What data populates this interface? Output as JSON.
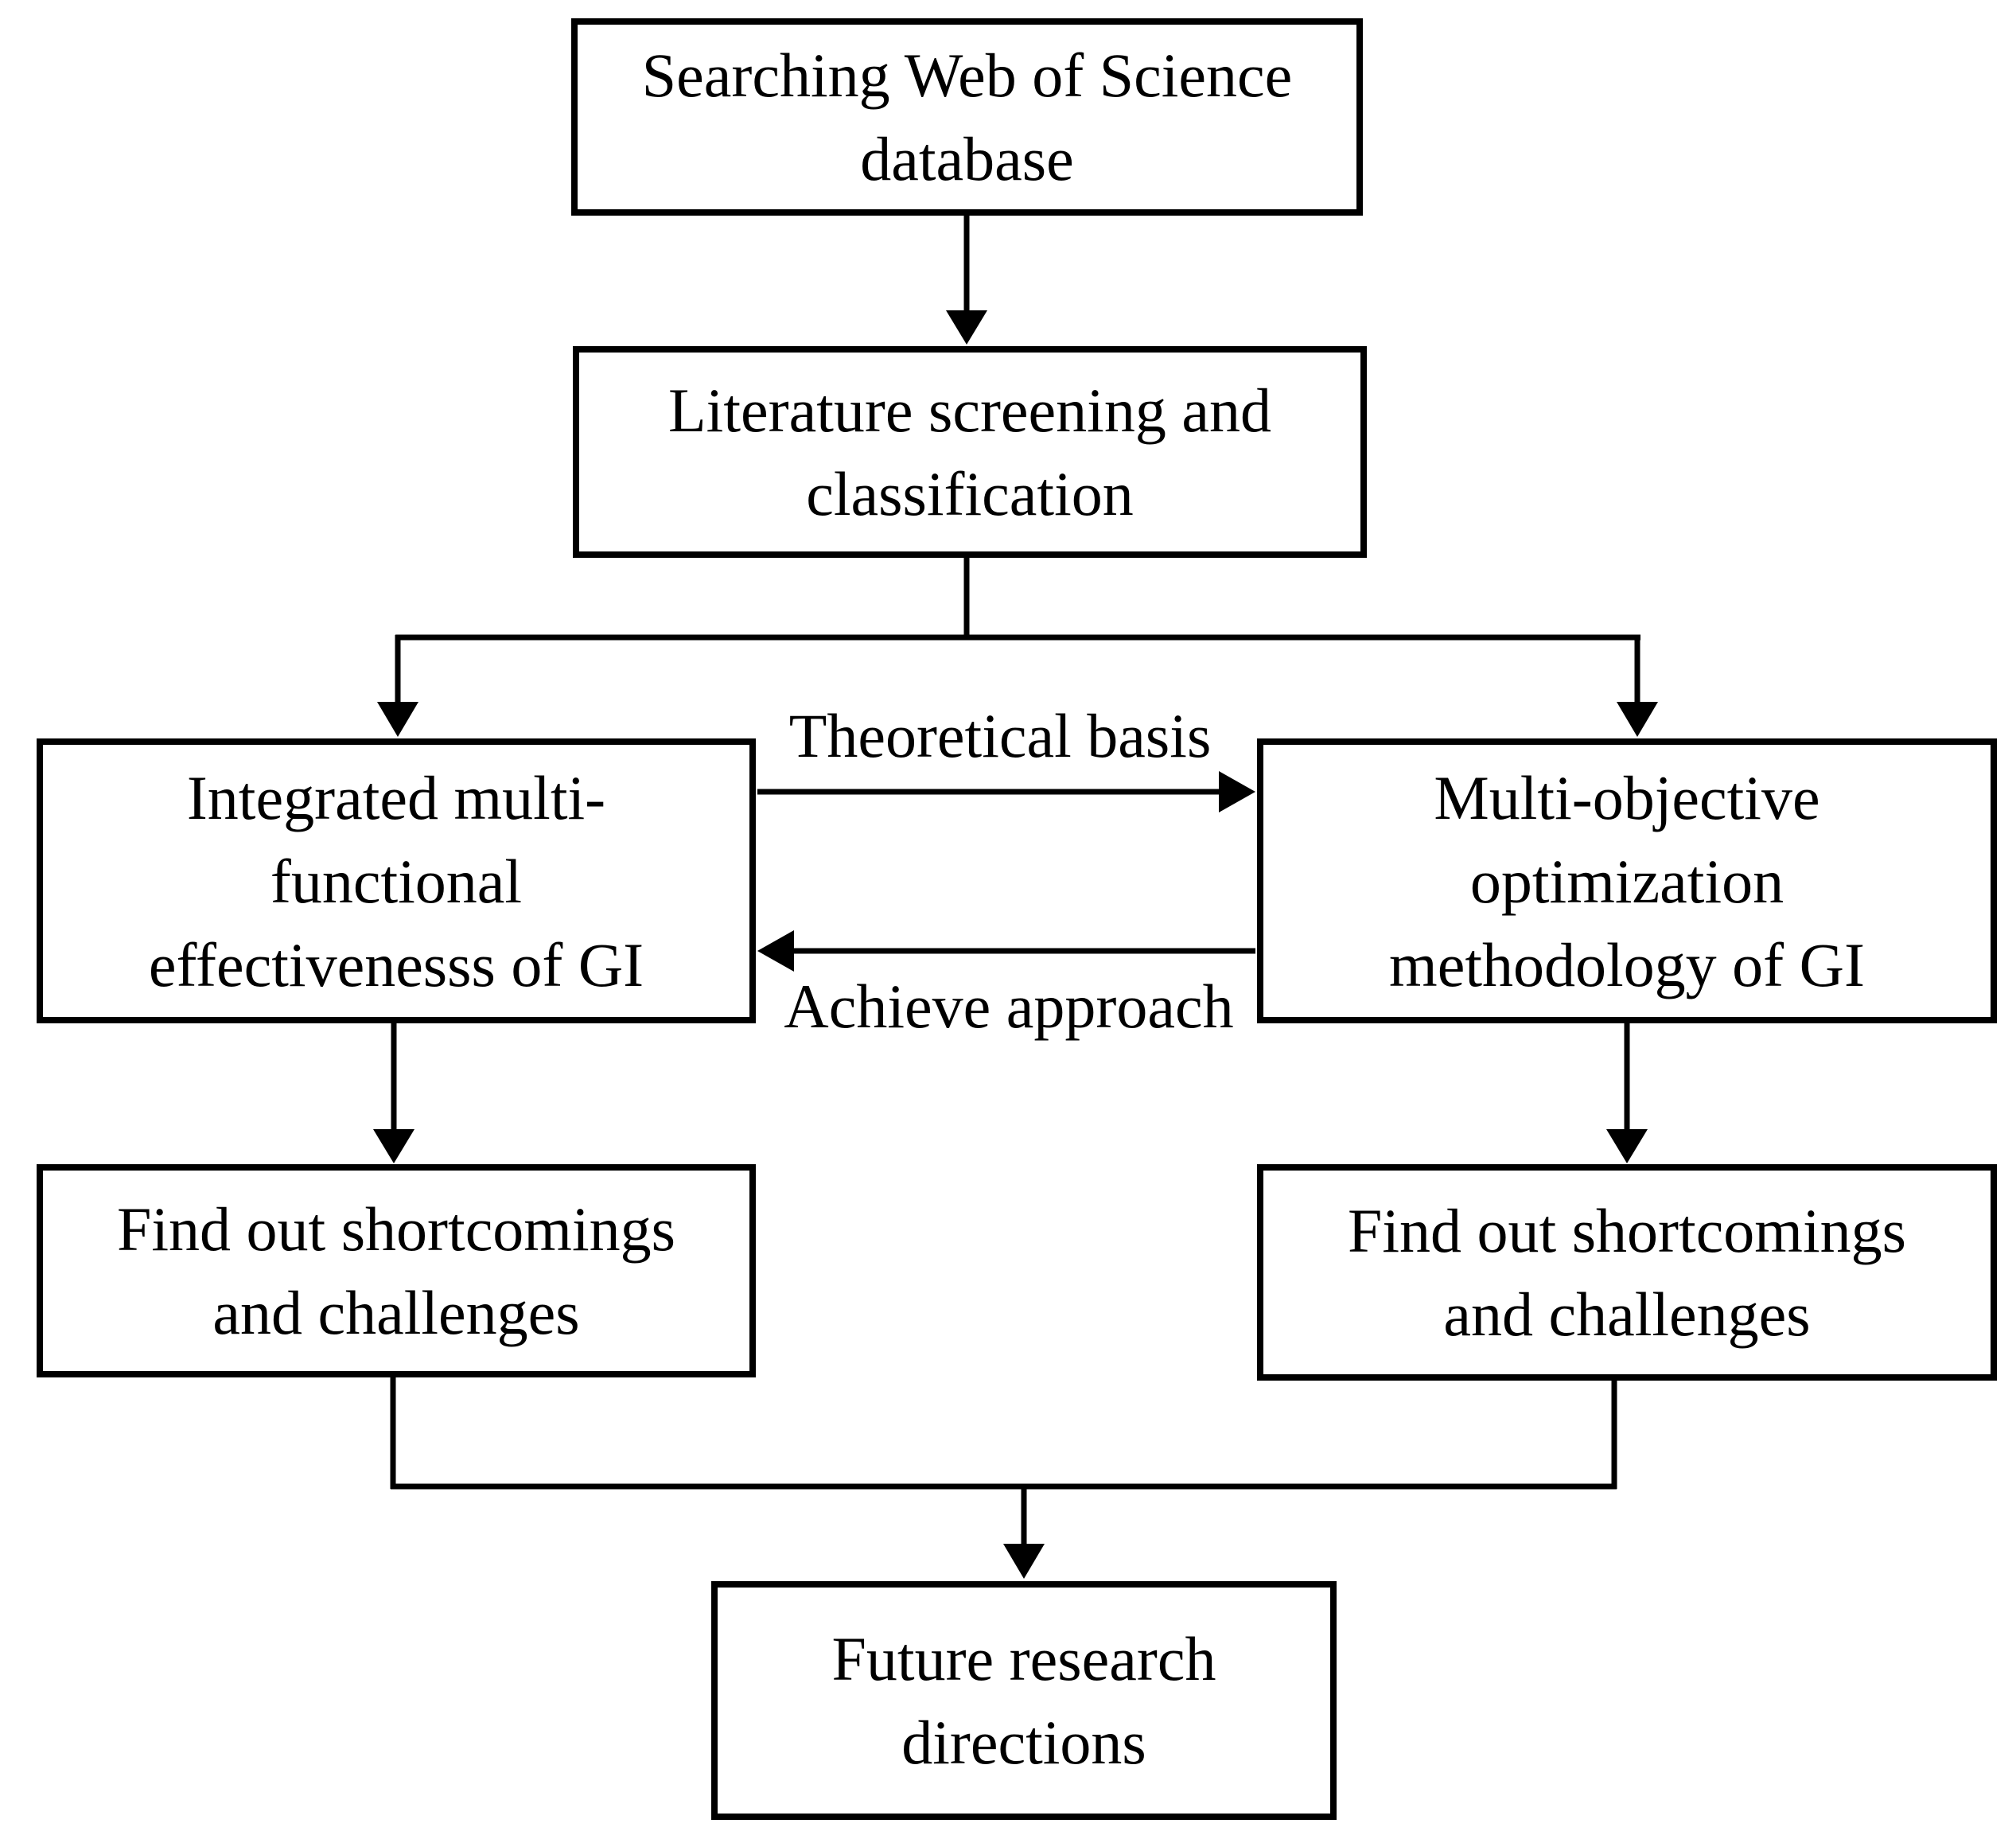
{
  "flowchart": {
    "background_color": "#ffffff",
    "stroke_color": "#000000",
    "nodes": {
      "search_db": {
        "label": "Searching Web of Science\ndatabase"
      },
      "literature_screening": {
        "label": "Literature screening and\nclassification"
      },
      "multifunctional_effectiveness": {
        "label": "Integrated multi-\nfunctional\neffectivenesss of GI"
      },
      "multiobjective_optimization": {
        "label": "Multi-objective\noptimization\nmethodology of GI"
      },
      "shortcomings_left": {
        "label": "Find out shortcomings\nand challenges"
      },
      "shortcomings_right": {
        "label": "Find out shortcomings\nand challenges"
      },
      "future_research": {
        "label": "Future research\ndirections"
      }
    },
    "edge_labels": {
      "forward": "Theoretical basis",
      "backward": "Achieve approach"
    }
  }
}
